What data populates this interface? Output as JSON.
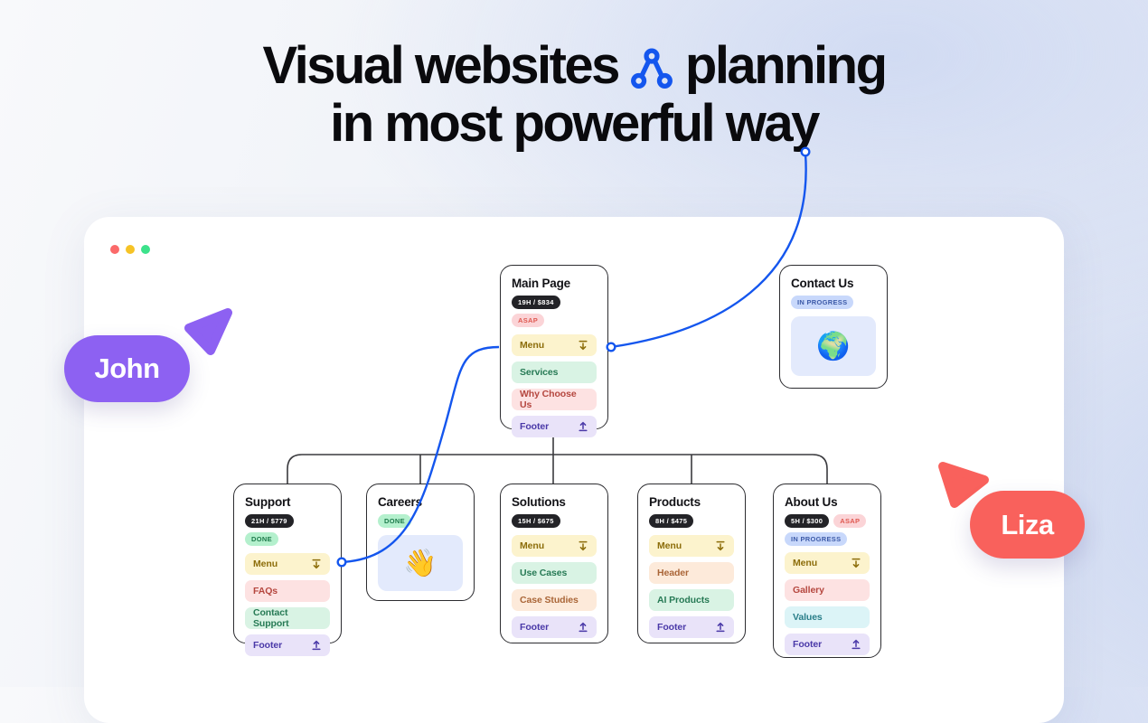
{
  "hero": {
    "line1_left": "Visual websites",
    "line1_right": "planning",
    "line2": "in most powerful way"
  },
  "palette": {
    "accent_blue": "#1456ee",
    "cursor_purple": "#8d61f2",
    "cursor_coral": "#f9615c",
    "traffic_red": "#fb6a6a",
    "traffic_yellow": "#f6c326",
    "traffic_green": "#3ce28b"
  },
  "cursors": {
    "john": {
      "label": "John"
    },
    "liza": {
      "label": "Liza"
    }
  },
  "cards": [
    {
      "title": "Main Page",
      "badges": [
        {
          "text": "19H / $834"
        },
        {
          "text": "ASAP"
        }
      ],
      "rows": [
        {
          "label": "Menu"
        },
        {
          "label": "Services"
        },
        {
          "label": "Why Choose Us"
        },
        {
          "label": "Footer"
        }
      ]
    },
    {
      "title": "Contact Us",
      "badges": [
        {
          "text": "IN PROGRESS"
        }
      ],
      "emoji": "🌍"
    },
    {
      "title": "Support",
      "badges": [
        {
          "text": "21H / $779"
        },
        {
          "text": "DONE"
        }
      ],
      "rows": [
        {
          "label": "Menu"
        },
        {
          "label": "FAQs"
        },
        {
          "label": "Contact Support"
        },
        {
          "label": "Footer"
        }
      ]
    },
    {
      "title": "Careers",
      "badges": [
        {
          "text": "DONE"
        }
      ],
      "emoji": "👋"
    },
    {
      "title": "Solutions",
      "badges": [
        {
          "text": "15H / $675"
        }
      ],
      "rows": [
        {
          "label": "Menu"
        },
        {
          "label": "Use Cases"
        },
        {
          "label": "Case Studies"
        },
        {
          "label": "Footer"
        }
      ]
    },
    {
      "title": "Products",
      "badges": [
        {
          "text": "8H / $475"
        }
      ],
      "rows": [
        {
          "label": "Menu"
        },
        {
          "label": "Header"
        },
        {
          "label": "AI Products"
        },
        {
          "label": "Footer"
        }
      ]
    },
    {
      "title": "About Us",
      "badges": [
        {
          "text": "5H / $300"
        },
        {
          "text": "ASAP"
        },
        {
          "text": "IN PROGRESS"
        }
      ],
      "rows": [
        {
          "label": "Menu"
        },
        {
          "label": "Gallery"
        },
        {
          "label": "Values"
        },
        {
          "label": "Footer"
        }
      ]
    }
  ]
}
